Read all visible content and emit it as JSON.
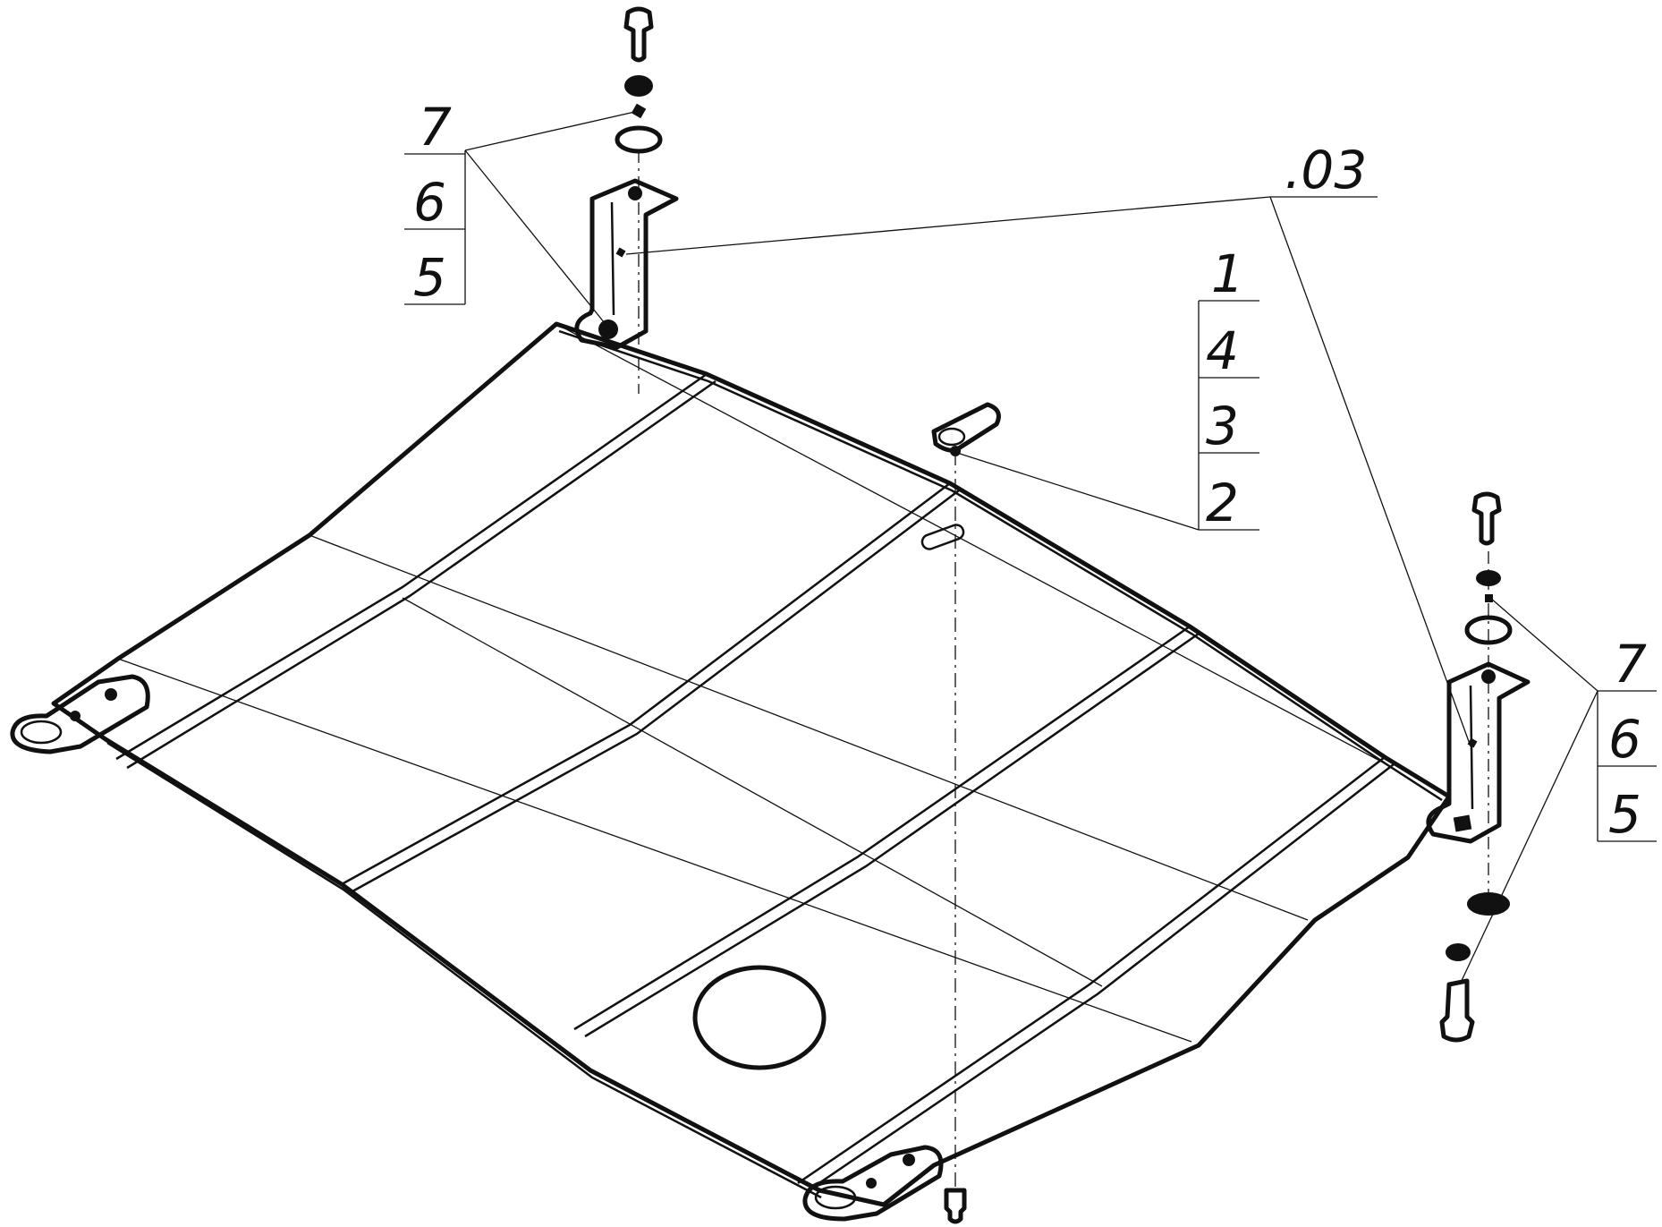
{
  "callouts": {
    "left_stack": [
      "7",
      "6",
      "5"
    ],
    "top_label": ".03",
    "center_stack": [
      "1",
      "4",
      "3",
      "2"
    ],
    "right_stack": [
      "7",
      "6",
      "5"
    ]
  },
  "colors": {
    "ink": "#111111",
    "background": "#ffffff"
  }
}
